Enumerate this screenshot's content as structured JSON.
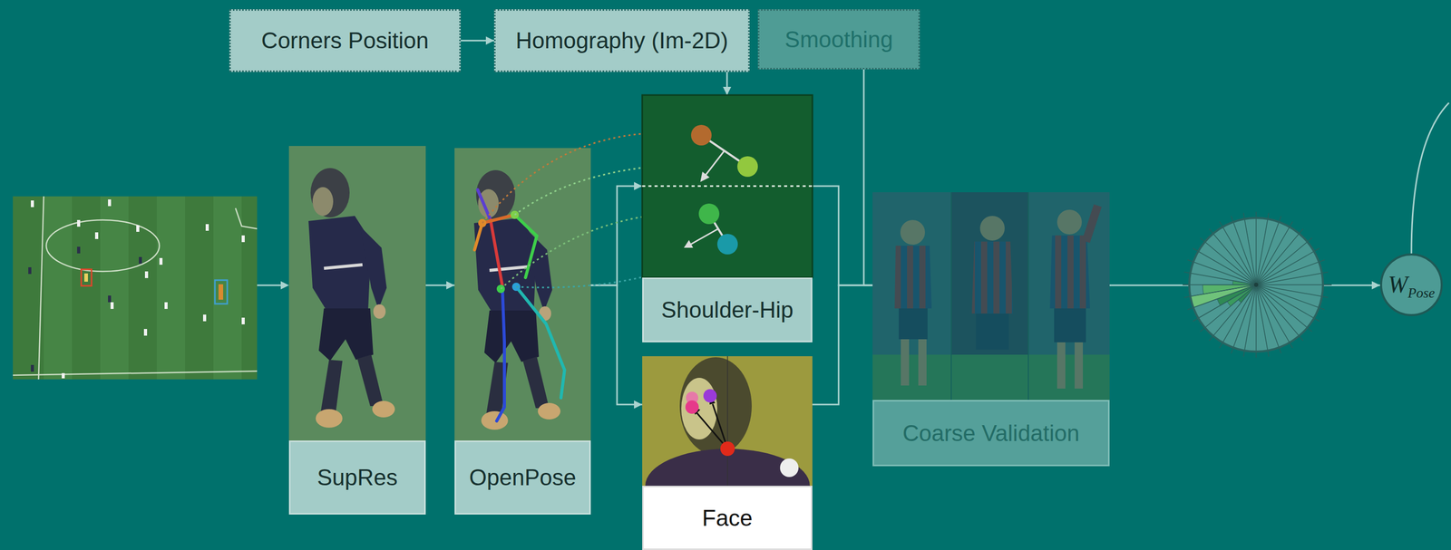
{
  "diagram": {
    "nodes": [
      {
        "text": [
          "Corners Position"
        ]
      },
      {
        "text": [
          "Homography (Im-2D)"
        ]
      },
      {
        "text": [
          "Smoothing"
        ]
      },
      {
        "text": [
          "SupRes"
        ]
      },
      {
        "text": [
          "OpenPose"
        ]
      },
      {
        "text": [
          "Shoulder-Hip"
        ]
      },
      {
        "text": [
          "Face"
        ]
      },
      {
        "text": [
          "Coarse Validation"
        ]
      },
      {
        "text": [
          "W",
          "Pose"
        ]
      }
    ],
    "edges": [
      {
        "from": 0,
        "to": 1,
        "arrow": "to"
      },
      {
        "from": 1,
        "to": 5,
        "arrow": "to"
      },
      {
        "from": 3,
        "to": 4,
        "arrow": "to"
      },
      {
        "from": 4,
        "to": 5,
        "arrow": "to"
      },
      {
        "from": 4,
        "to": 6,
        "arrow": "to"
      },
      {
        "from": 5,
        "to": 7,
        "arrow": "none"
      },
      {
        "from": 6,
        "to": 7,
        "arrow": "none"
      },
      {
        "from": 2,
        "to": 7,
        "arrow": "none"
      },
      {
        "from": 7,
        "to": 8,
        "arrow": "to"
      }
    ]
  }
}
